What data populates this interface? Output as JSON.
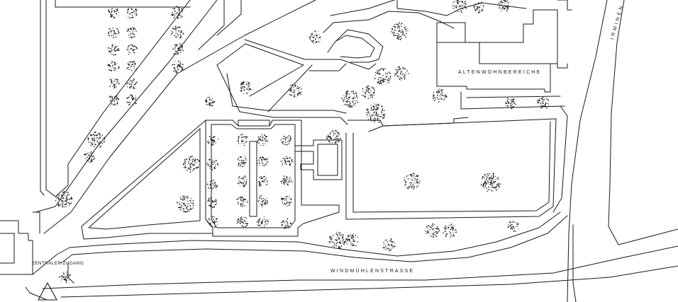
{
  "labels": {
    "altenwohnbereiche": "ALTENWOHNBEREICHE",
    "zentraler_zugang": "ZENTRALER ZUGANG",
    "windmuehlenstrasse": "WINDMÜHLENSTRASSE",
    "irminen": "IRMINEN"
  },
  "colors": {
    "line": "#1a1a1a",
    "background": "#ffffff"
  },
  "icons": {
    "entrance": "triangle-up-icon"
  }
}
